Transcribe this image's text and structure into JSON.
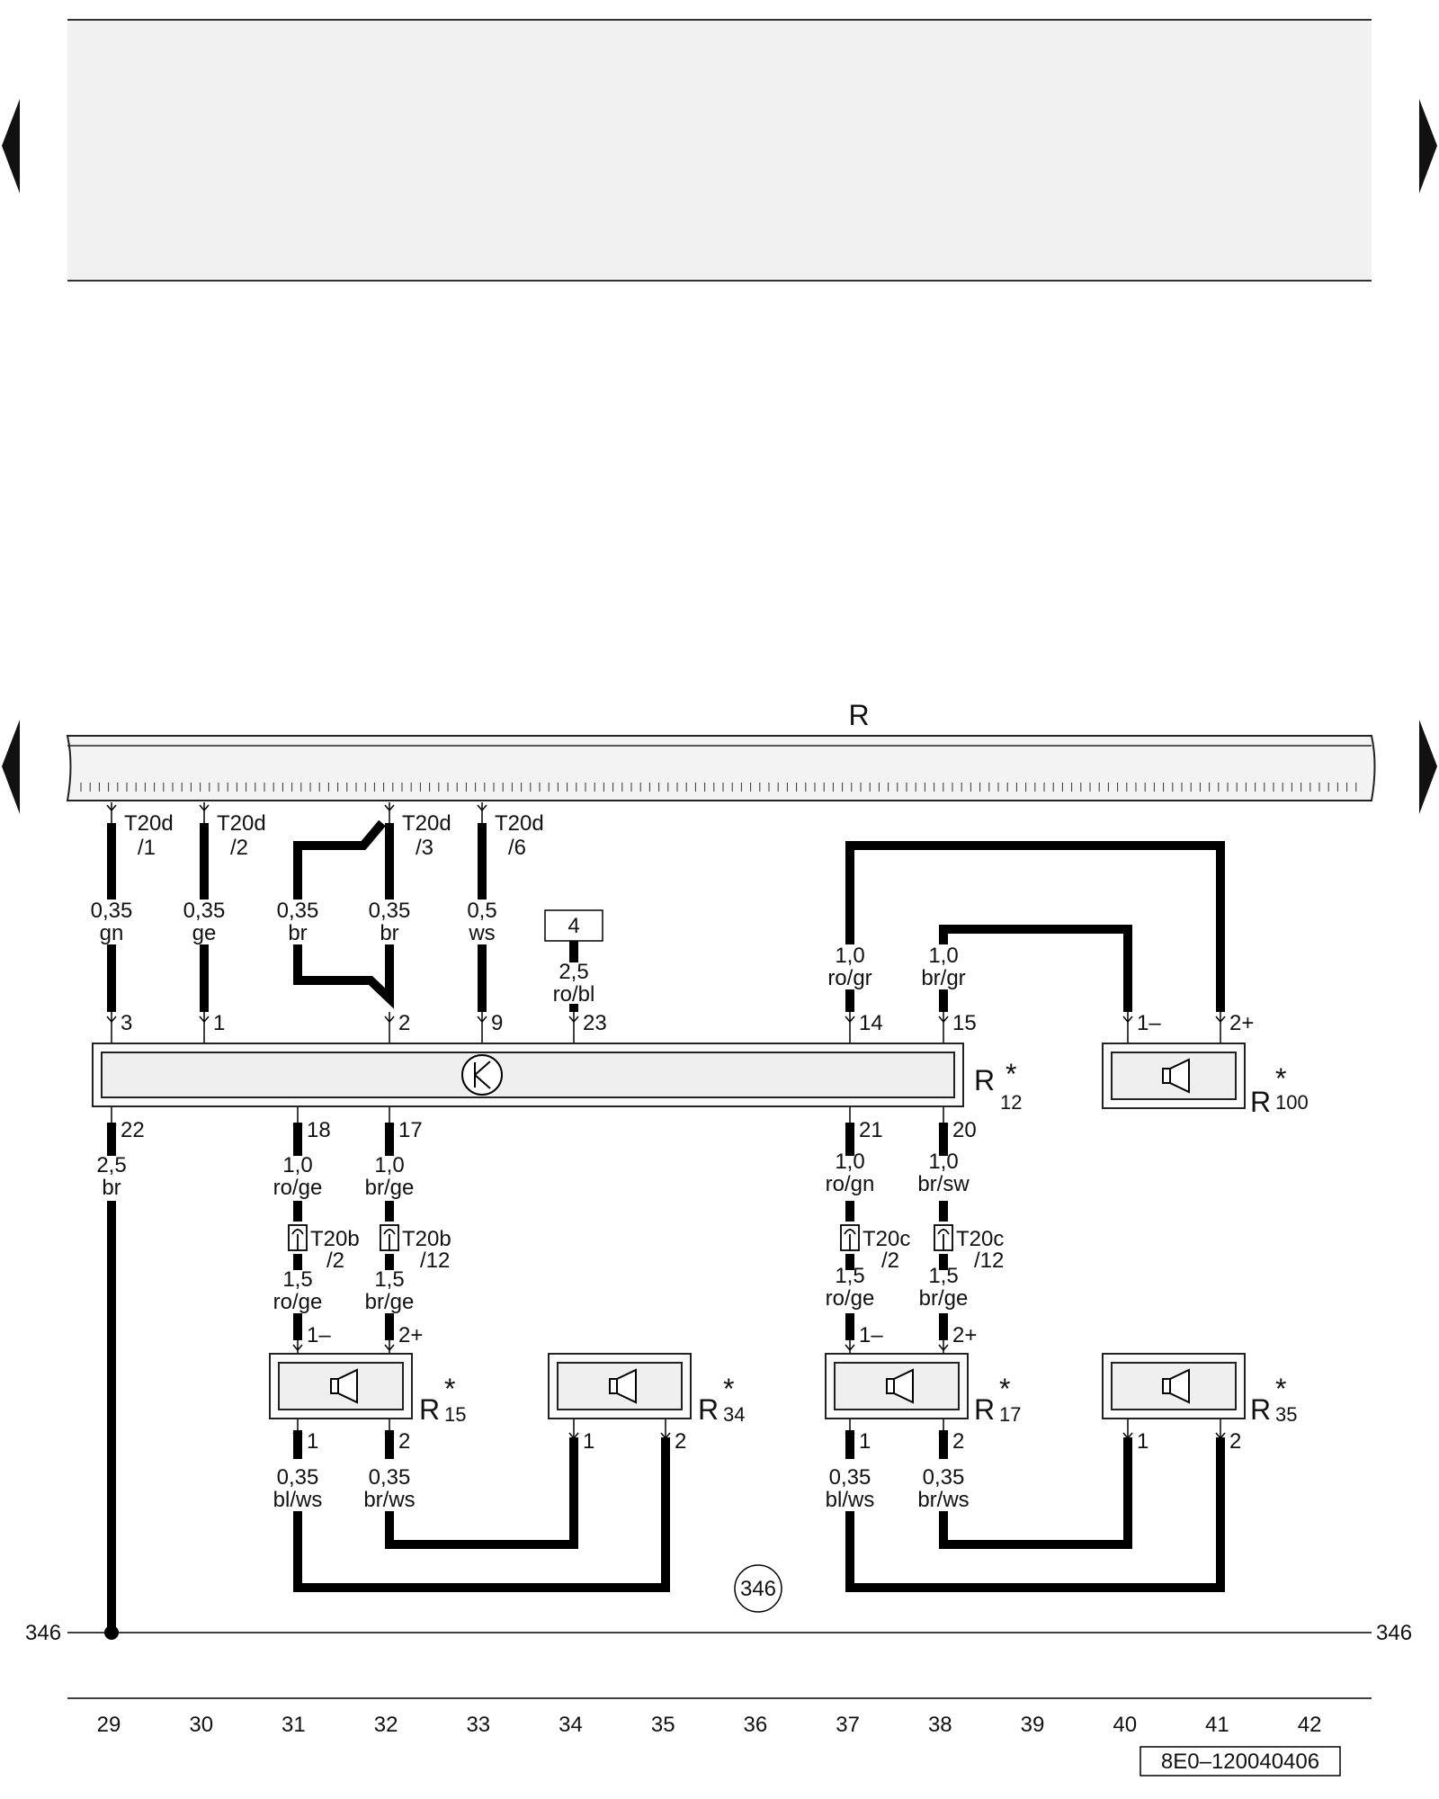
{
  "radio_label": "R",
  "connectors": {
    "t20d_1": [
      "T20d",
      "/1"
    ],
    "t20d_2": [
      "T20d",
      "/2"
    ],
    "t20d_3": [
      "T20d",
      "/3"
    ],
    "t20d_6": [
      "T20d",
      "/6"
    ],
    "t20b_2": [
      "T20b",
      "/2"
    ],
    "t20b_12": [
      "T20b",
      "/12"
    ],
    "t20c_2": [
      "T20c",
      "/2"
    ],
    "t20c_12": [
      "T20c",
      "/12"
    ]
  },
  "wires": {
    "w_gn": [
      "0,35",
      "gn"
    ],
    "w_ge": [
      "0,35",
      "ge"
    ],
    "w_br_a": [
      "0,35",
      "br"
    ],
    "w_br_b": [
      "0,35",
      "br"
    ],
    "w_ws": [
      "0,5",
      "ws"
    ],
    "w_robl": [
      "2,5",
      "ro/bl"
    ],
    "w_rogr": [
      "1,0",
      "ro/gr"
    ],
    "w_brgr": [
      "1,0",
      "br/gr"
    ],
    "w_br_gnd": [
      "2,5",
      "br"
    ],
    "w_roge_a": [
      "1,0",
      "ro/ge"
    ],
    "w_brge_a": [
      "1,0",
      "br/ge"
    ],
    "w_rogn": [
      "1,0",
      "ro/gn"
    ],
    "w_brsw": [
      "1,0",
      "br/sw"
    ],
    "w_roge_b": [
      "1,5",
      "ro/ge"
    ],
    "w_brge_b": [
      "1,5",
      "br/ge"
    ],
    "w_roge_c": [
      "1,5",
      "ro/ge"
    ],
    "w_brge_c": [
      "1,5",
      "br/ge"
    ],
    "w_blws_a": [
      "0,35",
      "bl/ws"
    ],
    "w_brws_a": [
      "0,35",
      "br/ws"
    ],
    "w_blws_b": [
      "0,35",
      "bl/ws"
    ],
    "w_brws_b": [
      "0,35",
      "br/ws"
    ]
  },
  "fuse_box_label": "4",
  "pins": {
    "p3": "3",
    "p1": "1",
    "p2": "2",
    "p9": "9",
    "p23": "23",
    "p14": "14",
    "p15": "15",
    "p22": "22",
    "p18": "18",
    "p17": "17",
    "p21": "21",
    "p20": "20",
    "r100_neg": "1–",
    "r100_pos": "2+",
    "r15_neg": "1–",
    "r15_pos": "2+",
    "r17_neg": "1–",
    "r17_pos": "2+",
    "r15_1": "1",
    "r15_2": "2",
    "r34_1": "1",
    "r34_2": "2",
    "r17_1": "1",
    "r17_2": "2",
    "r35_1": "1",
    "r35_2": "2"
  },
  "components": {
    "r12": {
      "letter": "R",
      "sub": "12",
      "star": "*"
    },
    "r100": {
      "letter": "R",
      "sub": "100",
      "star": "*"
    },
    "r15": {
      "letter": "R",
      "sub": "15",
      "star": "*"
    },
    "r34": {
      "letter": "R",
      "sub": "34",
      "star": "*"
    },
    "r17": {
      "letter": "R",
      "sub": "17",
      "star": "*"
    },
    "r35": {
      "letter": "R",
      "sub": "35",
      "star": "*"
    }
  },
  "ground": {
    "left": "346",
    "right": "346",
    "circle": "346"
  },
  "tracks": [
    "29",
    "30",
    "31",
    "32",
    "33",
    "34",
    "35",
    "36",
    "37",
    "38",
    "39",
    "40",
    "41",
    "42"
  ],
  "diagram_code": "8E0–120040406"
}
